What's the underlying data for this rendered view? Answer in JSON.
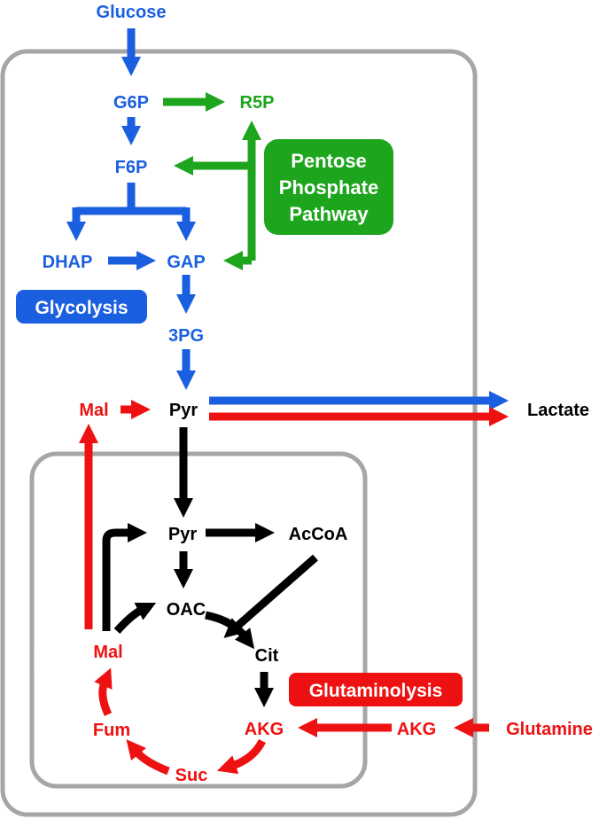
{
  "colors": {
    "glycolysis": "#1a5fe0",
    "pentose": "#1ea51e",
    "glutaminolysis": "#ee1111",
    "tca": "#000000",
    "compartment": "#a6a6a6"
  },
  "nodes": {
    "glucose": "Glucose",
    "g6p": "G6P",
    "r5p": "R5P",
    "f6p": "F6P",
    "dhap": "DHAP",
    "gap": "GAP",
    "pg3": "3PG",
    "pyr_cyto": "Pyr",
    "mal_cyto": "Mal",
    "lactate": "Lactate",
    "pyr_mito": "Pyr",
    "accoa": "AcCoA",
    "oac": "OAC",
    "cit": "Cit",
    "akg_mito": "AKG",
    "suc": "Suc",
    "fum": "Fum",
    "mal_mito": "Mal",
    "akg_cyto": "AKG",
    "glutamine": "Glutamine"
  },
  "pathways": {
    "pentose_line1": "Pentose",
    "pentose_line2": "Phosphate",
    "pentose_line3": "Pathway",
    "glycolysis": "Glycolysis",
    "glutaminolysis": "Glutaminolysis"
  }
}
